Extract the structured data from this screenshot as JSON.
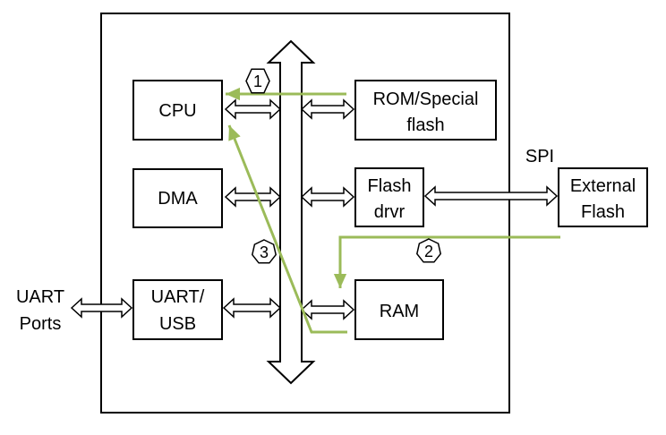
{
  "blocks": {
    "cpu": "CPU",
    "dma": "DMA",
    "uart_usb": [
      "UART/",
      "USB"
    ],
    "rom": [
      "ROM/Special",
      "flash"
    ],
    "flash_drvr": [
      "Flash",
      "drvr"
    ],
    "ram": "RAM",
    "external_flash": [
      "External",
      "Flash"
    ]
  },
  "labels": {
    "spi": "SPI",
    "uart_ports": [
      "UART",
      "Ports"
    ]
  },
  "flow_markers": {
    "step1": "1",
    "step2": "2",
    "step3": "3"
  },
  "colors": {
    "line": "#000000",
    "box_fill": "#ffffff",
    "flow_arrow": "#9bbb59"
  }
}
